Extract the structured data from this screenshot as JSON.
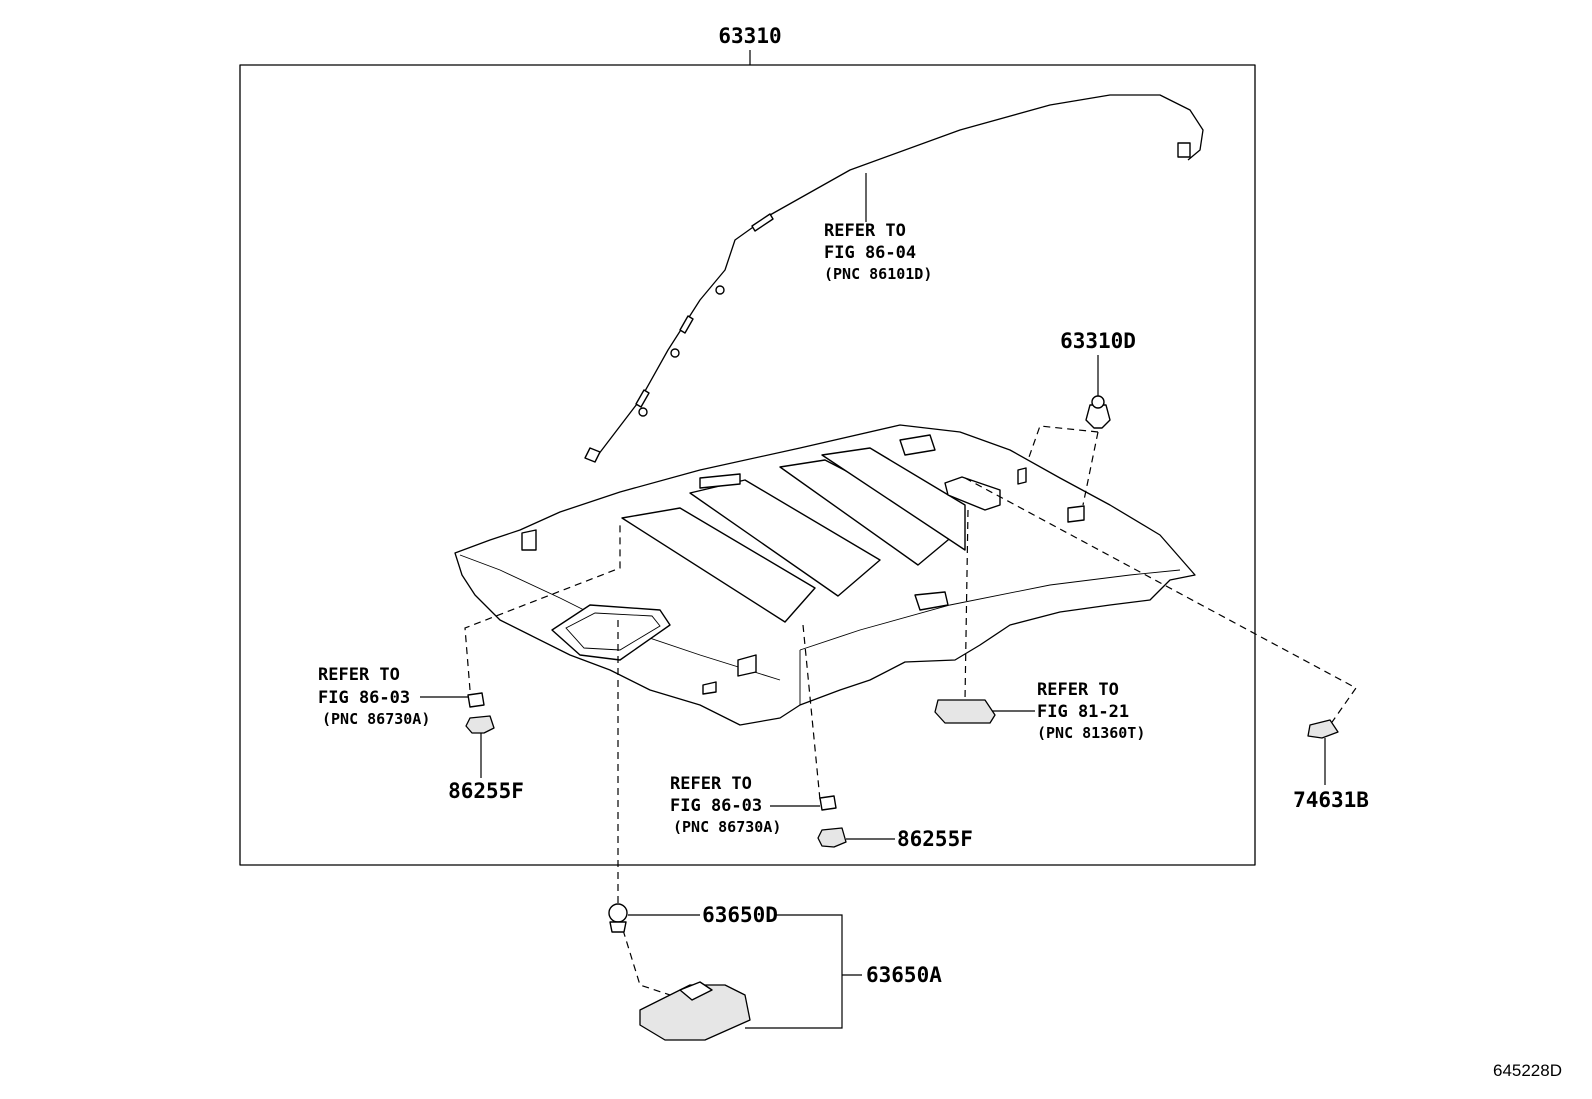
{
  "labels": {
    "assembly_top": "63310",
    "clip_top_right": "63310D",
    "clip_lamp": "63650D",
    "lamp_assembly": "63650A",
    "holder_left": "86255F",
    "holder_center": "86255F",
    "clip_right_edge": "74631B"
  },
  "refs": {
    "wire": [
      "REFER TO",
      "FIG 86-04",
      "(PNC 86101D)"
    ],
    "visor_left": [
      "REFER TO",
      "FIG 86-03",
      "(PNC 86730A)"
    ],
    "visor_center": [
      "REFER TO",
      "FIG 86-03",
      "(PNC 86730A)"
    ],
    "lamp_right": [
      "REFER TO",
      "FIG 81-21",
      "(PNC 81360T)"
    ]
  },
  "figure_id": "645228D"
}
